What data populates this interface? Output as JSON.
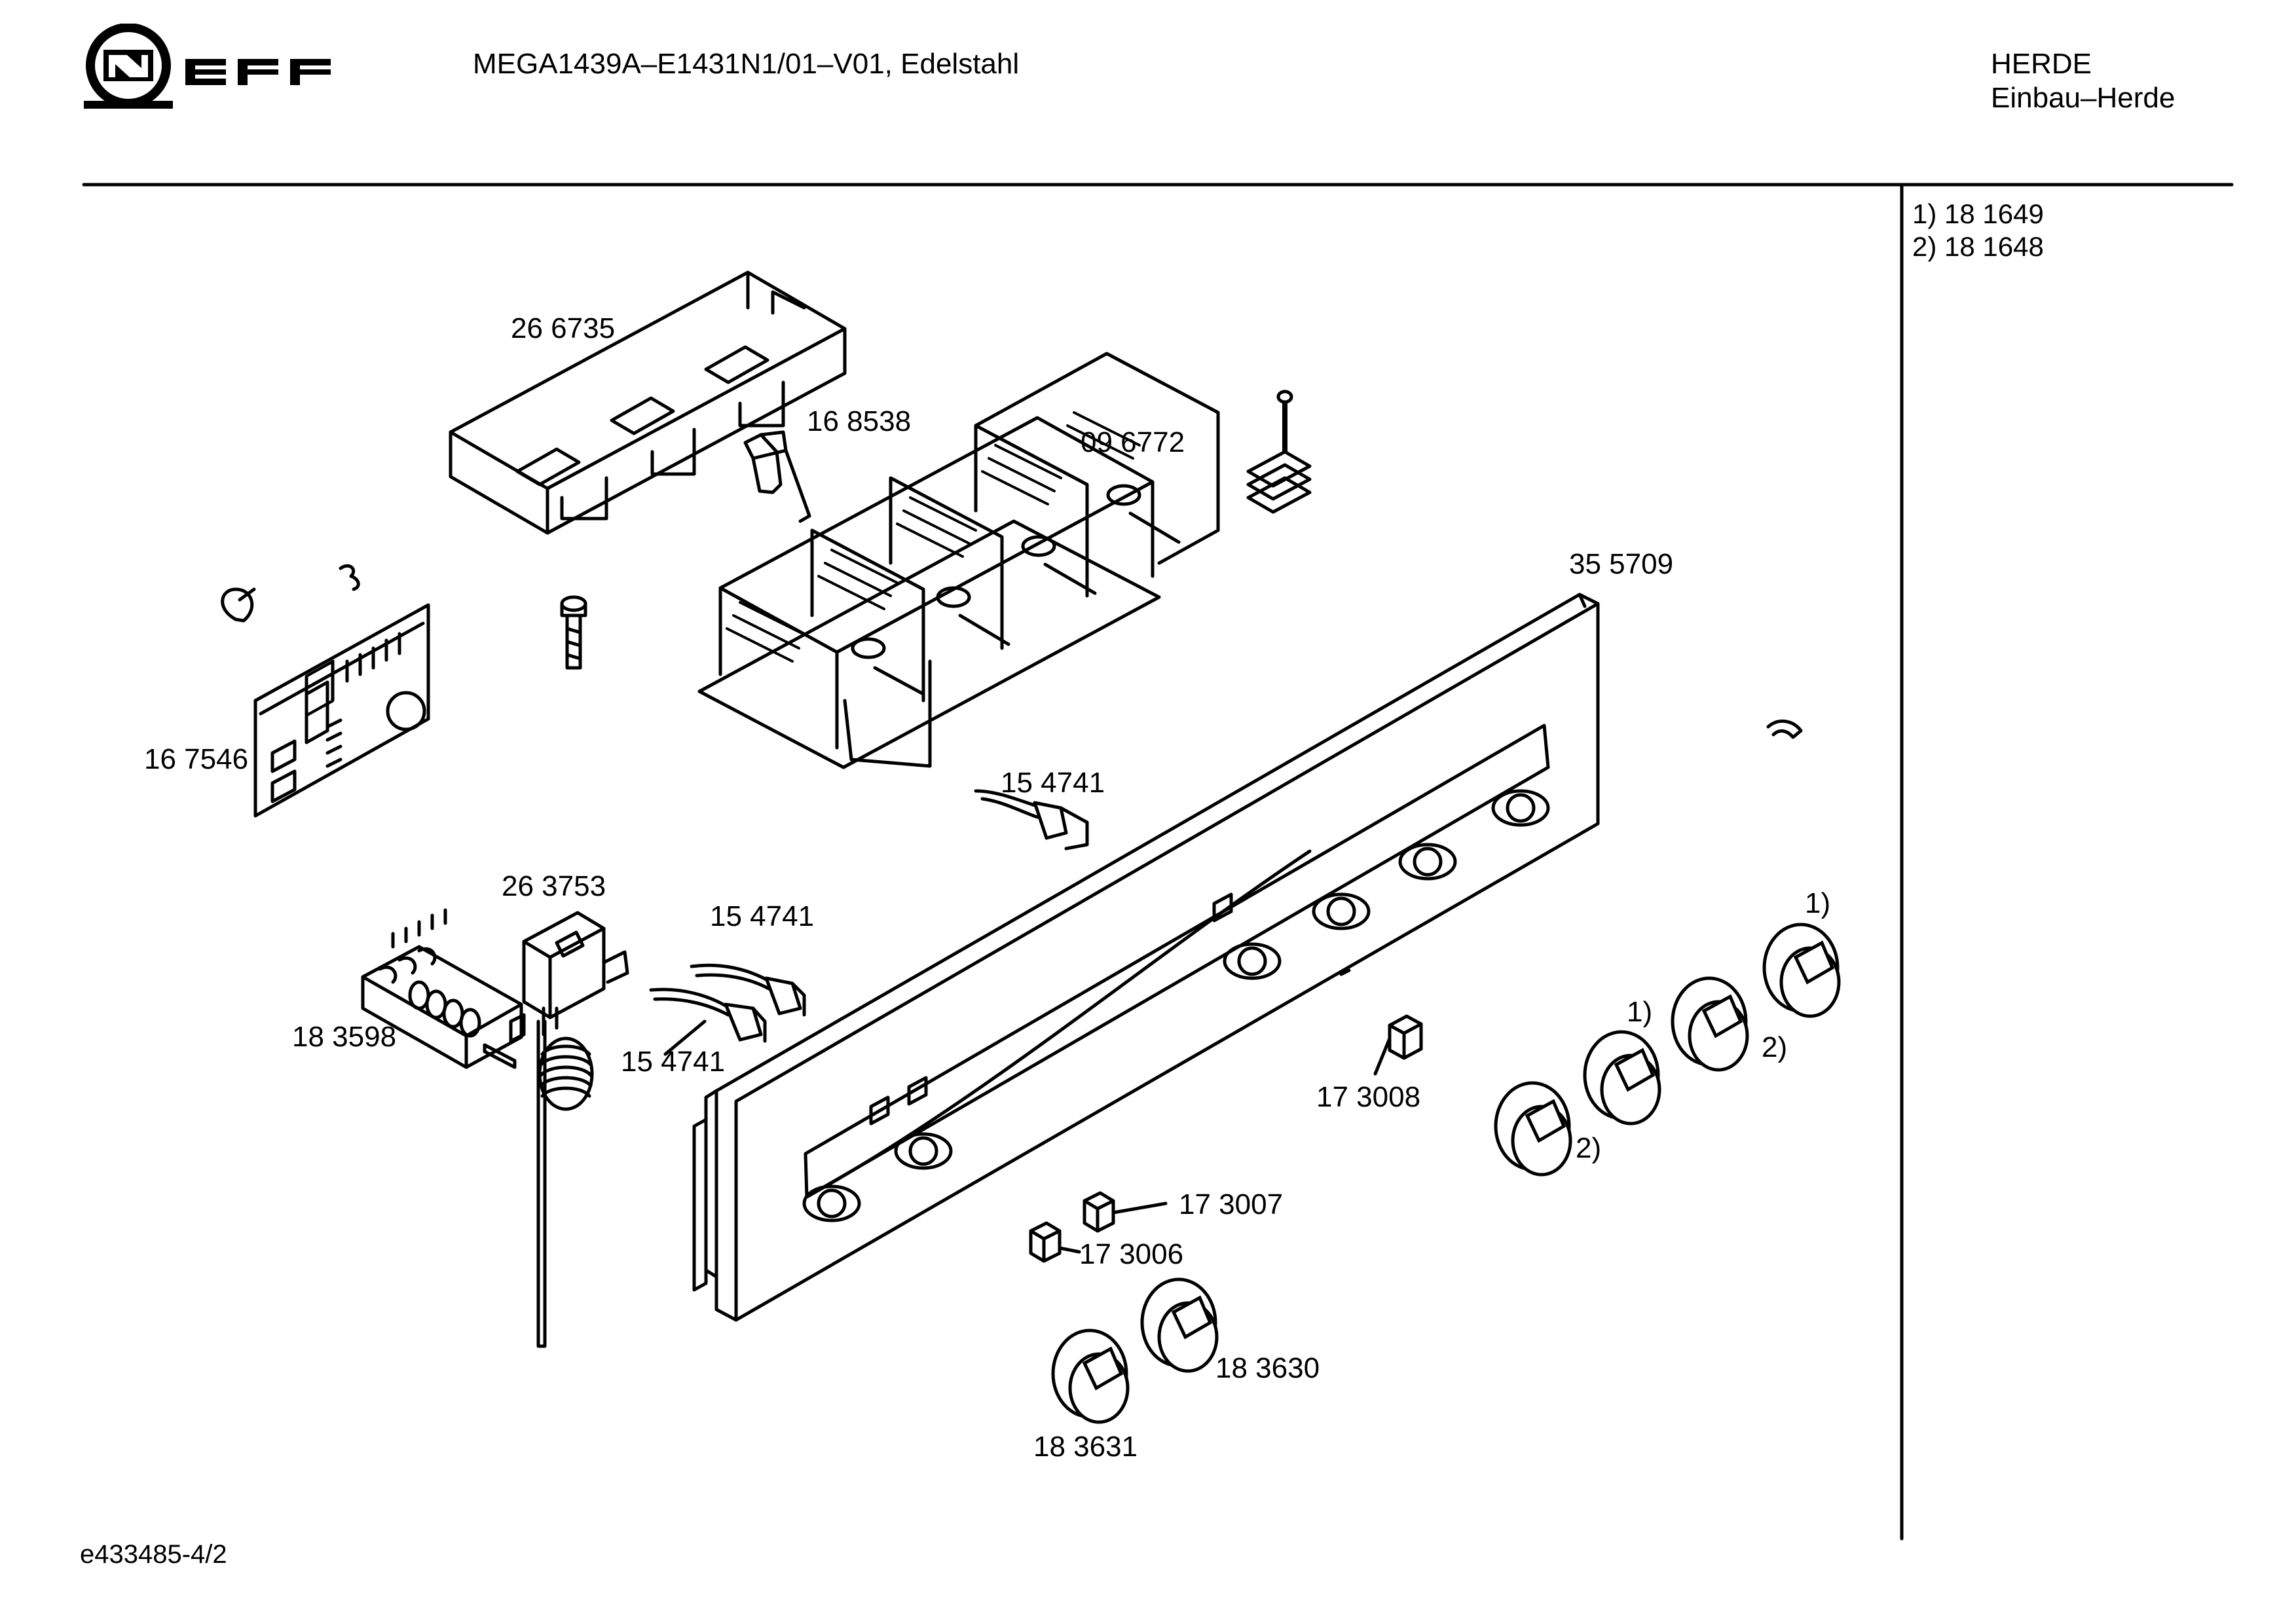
{
  "header": {
    "brand": "NEFF",
    "model_line": "MEGA1439A–E1431N1/01–V01, Edelstahl",
    "category": "HERDE",
    "subcategory": "Einbau–Herde"
  },
  "legend": [
    {
      "key": "1)",
      "part": "18 1649"
    },
    {
      "key": "2)",
      "part": "18 1648"
    }
  ],
  "parts": {
    "p266735": "26 6735",
    "p168538": "16 8538",
    "p096772": "09 6772",
    "p355709": "35 5709",
    "p167546": "16 7546",
    "p154741a": "15 4741",
    "p263753": "26 3753",
    "p154741b": "15 4741",
    "p183598": "18 3598",
    "p154741c": "15 4741",
    "p173008": "17 3008",
    "p173007": "17 3007",
    "p173006": "17 3006",
    "p183630": "18 3630",
    "p183631": "18 3631"
  },
  "knob_marks": {
    "k1": "1)",
    "k2": "2)",
    "k3": "1)",
    "k4": "2)"
  },
  "footer": {
    "doc_id": "e433485-4/2"
  }
}
